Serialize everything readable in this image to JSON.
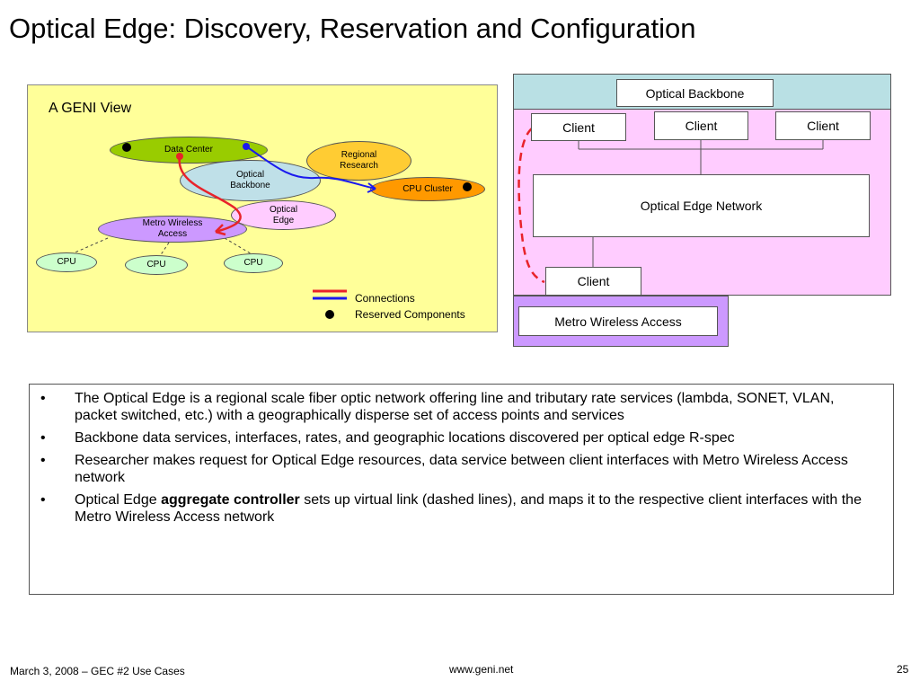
{
  "title": "Optical Edge: Discovery, Reservation and Configuration",
  "geni_view": {
    "label": "A GENI View",
    "nodes": {
      "data_center": "Data Center",
      "regional_research": "Regional Research",
      "optical_backbone": "Optical Backbone",
      "cpu_cluster": "CPU Cluster",
      "optical_edge": "Optical Edge",
      "metro_wireless": "Metro Wireless Access",
      "cpu_1": "CPU",
      "cpu_2": "CPU",
      "cpu_3": "CPU"
    },
    "legend": {
      "connections": "Connections",
      "reserved": "Reserved Components"
    },
    "colors": {
      "panel": "#ffff99",
      "data_center": "#99cc00",
      "regional_research": "#ffcc33",
      "optical_backbone": "#bfe0e8",
      "cpu_cluster": "#ff9900",
      "optical_edge": "#ffccff",
      "metro_wireless": "#cc99ff",
      "cpu": "#ccffcc",
      "link_red": "#e8232a",
      "link_blue": "#1a1aee"
    }
  },
  "edge_view": {
    "optical_backbone": "Optical Backbone",
    "client_1": "Client",
    "client_2": "Client",
    "client_3": "Client",
    "optical_edge_network": "Optical Edge Network",
    "client_bottom": "Client",
    "metro_wireless": "Metro Wireless Access",
    "colors": {
      "backbone_band": "#b9e0e4",
      "edge_region": "#ffccff",
      "metro_region": "#cc99ff",
      "dashed_link": "#e8232a"
    }
  },
  "bullets": [
    {
      "text": "The Optical Edge is a regional scale fiber optic network offering line and tributary rate services (lambda, SONET, VLAN, packet switched, etc.) with a geographically disperse set of access points and services"
    },
    {
      "text": "Backbone data services, interfaces, rates, and geographic locations discovered per optical edge R-spec"
    },
    {
      "text": "Researcher makes request for Optical Edge resources, data service between client interfaces with Metro Wireless Access network"
    },
    {
      "pre": "Optical Edge ",
      "bold": "aggregate controller",
      "post": " sets up virtual link (dashed lines), and maps it to the respective client interfaces with the Metro Wireless Access network"
    }
  ],
  "bullet_marker": "•",
  "footer": {
    "left": "March 3, 2008 – GEC #2 Use Cases",
    "center": "www.geni.net",
    "right": "25"
  }
}
